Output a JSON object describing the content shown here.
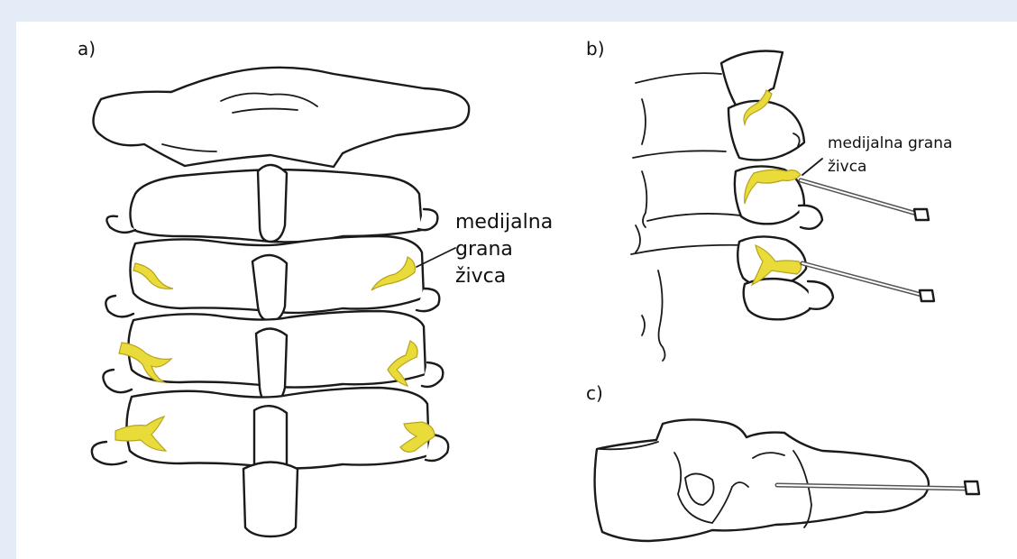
{
  "panels": {
    "a": {
      "label": "a)",
      "nerve_label": [
        "medijalna",
        "grana",
        "živca"
      ]
    },
    "b": {
      "label": "b)",
      "nerve_label": [
        "medijalna grana",
        "živca"
      ]
    },
    "c": {
      "label": "c)"
    }
  },
  "colors": {
    "background": "#e4ecf7",
    "panel": "#ffffff",
    "nerve": "#e9dc3a",
    "outline": "#1a1a1a"
  }
}
